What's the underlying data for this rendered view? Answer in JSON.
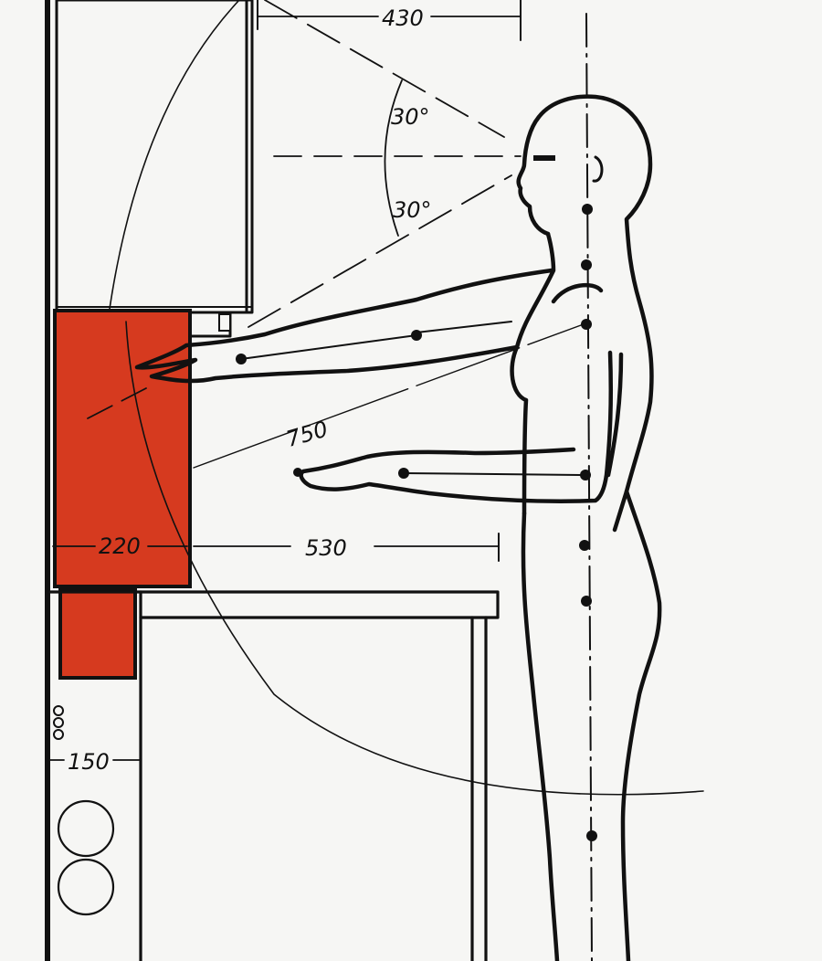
{
  "colors": {
    "paper": "#f6f6f4",
    "ink": "#111111",
    "hood": "#d63a1f"
  },
  "dimensions": {
    "top_clearance": "430",
    "view_angle_up": "30°",
    "view_angle_down": "30°",
    "reach": "750",
    "hood_depth": "220",
    "front_clearance": "530",
    "stove_offset": "150"
  }
}
